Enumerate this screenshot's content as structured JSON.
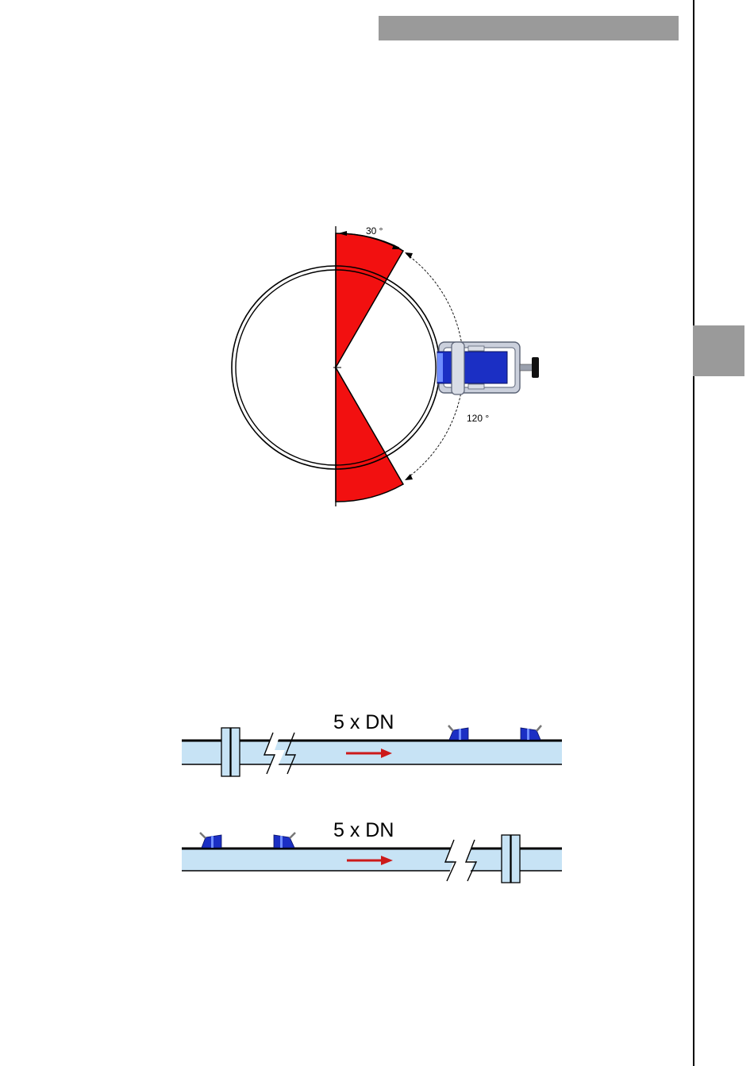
{
  "angle_diagram": {
    "top_angle_label": "30 °",
    "bottom_angle_label": "120 °"
  },
  "straight_run_diagrams": [
    {
      "distance_label": "5 x DN"
    },
    {
      "distance_label": "5 x DN"
    }
  ],
  "colors": {
    "zone_red": "#f21010",
    "pipe_fill": "#c7e3f5",
    "sensor_blue": "#1b2fc4",
    "flow_arrow": "#cc1a1a",
    "header_gray": "#9a9a9a"
  }
}
